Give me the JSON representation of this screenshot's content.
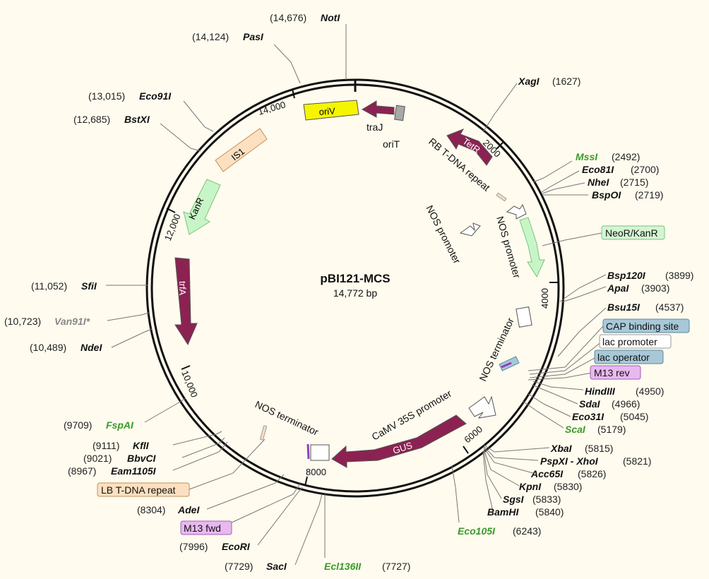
{
  "plasmid": {
    "name": "pBI121-MCS",
    "length": "14,772 bp"
  },
  "ticks": [
    "2000",
    "4000",
    "6000",
    "8000",
    "10,000",
    "12,000",
    "14,000"
  ],
  "features": [
    {
      "name": "oriV",
      "fill": "#f5f500",
      "text": "#000"
    },
    {
      "name": "traJ"
    },
    {
      "name": "oriT"
    },
    {
      "name": "TetR",
      "fill": "#8b2252",
      "text": "#ffffff"
    },
    {
      "name": "IS1",
      "fill": "#fde0c0",
      "text": "#000"
    },
    {
      "name": "KanR",
      "fill": "#c8f5c8",
      "text": "#000"
    },
    {
      "name": "trfA",
      "fill": "#8b2252",
      "text": "#ffffff"
    },
    {
      "name": "GUS",
      "fill": "#8b2252",
      "text": "#ffffff"
    },
    {
      "name": "RB T-DNA repeat"
    },
    {
      "name": "NOS promoter"
    },
    {
      "name": "NOS promoter"
    },
    {
      "name": "NOS terminator"
    },
    {
      "name": "CaMV 35S promoter"
    },
    {
      "name": "NOS terminator"
    }
  ],
  "enzymes": [
    {
      "pos": "(14,676)",
      "name": "NotI"
    },
    {
      "pos": "(14,124)",
      "name": "PasI"
    },
    {
      "pos": "(13,015)",
      "name": "Eco91I"
    },
    {
      "pos": "(12,685)",
      "name": "BstXI"
    },
    {
      "pos": "(11,052)",
      "name": "SfiI"
    },
    {
      "pos": "(10,723)",
      "name": "Van91I*"
    },
    {
      "pos": "(10,489)",
      "name": "NdeI"
    },
    {
      "pos": "(9709)",
      "name": "FspAI"
    },
    {
      "pos": "(9111)",
      "name": "KflI"
    },
    {
      "pos": "(9021)",
      "name": "BbvCI"
    },
    {
      "pos": "(8967)",
      "name": "Eam1105I"
    },
    {
      "pos": "(8304)",
      "name": "AdeI"
    },
    {
      "pos": "(7996)",
      "name": "EcoRI"
    },
    {
      "pos": "(7729)",
      "name": "SacI"
    },
    {
      "pos": "(7727)",
      "name": "Ecl136II"
    },
    {
      "pos": "(1627)",
      "name": "XagI"
    },
    {
      "pos": "(2492)",
      "name": "MssI"
    },
    {
      "pos": "(2700)",
      "name": "Eco81I"
    },
    {
      "pos": "(2715)",
      "name": "NheI"
    },
    {
      "pos": "(2719)",
      "name": "BspOI"
    },
    {
      "pos": "(3899)",
      "name": "Bsp120I"
    },
    {
      "pos": "(3903)",
      "name": "ApaI"
    },
    {
      "pos": "(4537)",
      "name": "Bsu15I"
    },
    {
      "pos": "(4950)",
      "name": "HindIII"
    },
    {
      "pos": "(4966)",
      "name": "SdaI"
    },
    {
      "pos": "(5045)",
      "name": "Eco31I"
    },
    {
      "pos": "(5179)",
      "name": "ScaI"
    },
    {
      "pos": "(5815)",
      "name": "XbaI"
    },
    {
      "pos": "(5821)",
      "name": "PspXI - XhoI"
    },
    {
      "pos": "(5826)",
      "name": "Acc65I"
    },
    {
      "pos": "(5830)",
      "name": "KpnI"
    },
    {
      "pos": "(5833)",
      "name": "SgsI"
    },
    {
      "pos": "(5840)",
      "name": "BamHI"
    },
    {
      "pos": "(6243)",
      "name": "Eco105I"
    }
  ],
  "callouts": [
    {
      "text": "NeoR/KanR",
      "bg": "#d4f5d4",
      "border": "#7ac47a"
    },
    {
      "text": "CAP binding site",
      "bg": "#a8c8d8",
      "border": "#5a8aa0"
    },
    {
      "text": "lac promoter",
      "bg": "#ffffff",
      "border": "#999999"
    },
    {
      "text": "lac operator",
      "bg": "#a8c8d8",
      "border": "#5a8aa0"
    },
    {
      "text": "M13 rev",
      "bg": "#e8b8f0",
      "border": "#a060b0"
    },
    {
      "text": "LB T-DNA repeat",
      "bg": "#fde0c0",
      "border": "#c09060"
    },
    {
      "text": "M13 fwd",
      "bg": "#e8b8f0",
      "border": "#a060b0"
    }
  ]
}
